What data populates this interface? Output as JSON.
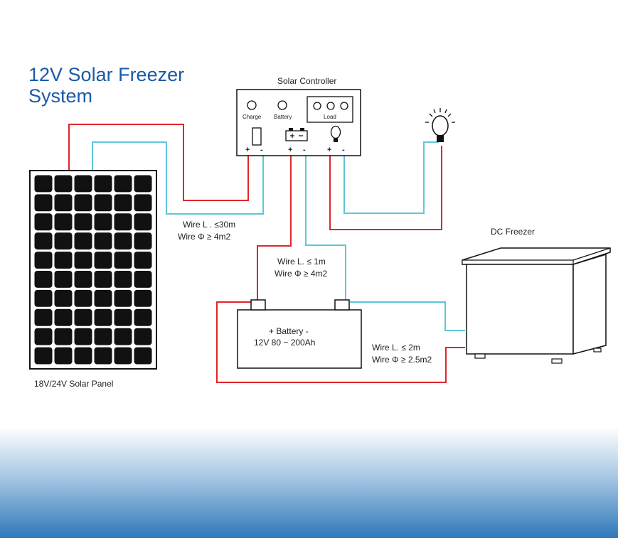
{
  "title": {
    "line1": "12V Solar Freezer",
    "line2": "System"
  },
  "controller": {
    "title": "Solar Controller",
    "charge": "Charge",
    "battery": "Battery",
    "load": "Load",
    "plus": "+",
    "minus": "-"
  },
  "panel": {
    "label": "18V/24V Solar Panel"
  },
  "wire_panel": {
    "length": "Wire L . ≤30m",
    "diameter": "Wire  Φ  ≥ 4m2"
  },
  "wire_battery": {
    "length": "Wire L.  ≤ 1m",
    "diameter": "Wire  Φ  ≥ 4m2"
  },
  "wire_freezer": {
    "length": "Wire L.  ≤ 2m",
    "diameter": "Wire  Φ  ≥ 2.5m2"
  },
  "battery": {
    "line1": "+  Battery  -",
    "line2": "12V 80 ~ 200Ah"
  },
  "freezer": {
    "label": "DC Freezer"
  },
  "colors": {
    "positive_wire": "#e0262b",
    "negative_wire": "#5ec7d8",
    "title": "#1a5aa8",
    "footer_top": "#ffffff",
    "footer_bottom": "#2a73b8"
  }
}
